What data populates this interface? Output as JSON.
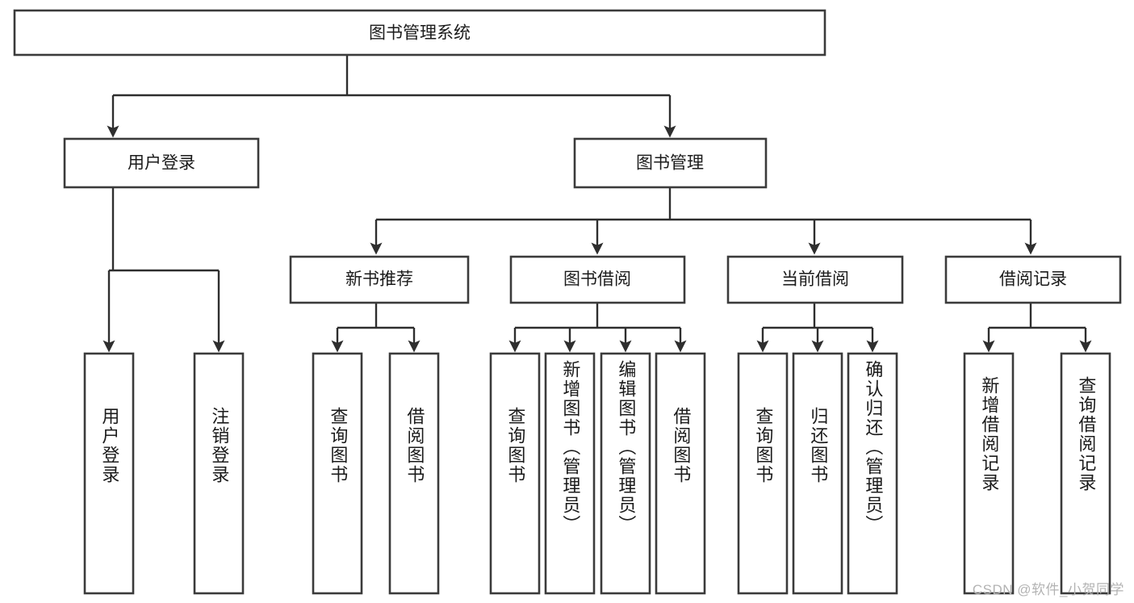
{
  "diagram": {
    "type": "hierarchy-tree",
    "title": "图书管理系统",
    "watermark": "CSDN @软件_小贺同学",
    "colors": {
      "box_stroke": "#3b3b3b",
      "box_fill": "#ffffff",
      "connector": "#2e2e2e",
      "text": "#1b1b1b",
      "watermark": "#b3b3b3",
      "background": "#ffffff"
    },
    "levels": {
      "root": "图书管理系统",
      "level2": [
        "用户登录",
        "图书管理"
      ],
      "level3": [
        "新书推荐",
        "图书借阅",
        "当前借阅",
        "借阅记录"
      ]
    },
    "nodes": {
      "root": {
        "label": "图书管理系统",
        "orientation": "horizontal"
      },
      "user_login": {
        "label": "用户登录",
        "orientation": "horizontal"
      },
      "book_manage": {
        "label": "图书管理",
        "orientation": "horizontal"
      },
      "new_book_rec": {
        "label": "新书推荐",
        "orientation": "horizontal"
      },
      "book_borrow": {
        "label": "图书借阅",
        "orientation": "horizontal"
      },
      "current_borrow": {
        "label": "当前借阅",
        "orientation": "horizontal"
      },
      "borrow_record": {
        "label": "借阅记录",
        "orientation": "horizontal"
      },
      "leaf_user_login": {
        "label": "用户登录",
        "orientation": "vertical"
      },
      "leaf_logout": {
        "label": "注销登录",
        "orientation": "vertical"
      },
      "leaf_query_book_rec": {
        "label": "查询图书",
        "orientation": "vertical"
      },
      "leaf_borrow_book_rec": {
        "label": "借阅图书",
        "orientation": "vertical"
      },
      "leaf_query_book_borrow": {
        "label": "查询图书",
        "orientation": "vertical"
      },
      "leaf_add_book": {
        "label": "新增图书（管理员）",
        "orientation": "vertical"
      },
      "leaf_edit_book": {
        "label": "编辑图书（管理员）",
        "orientation": "vertical"
      },
      "leaf_borrow_book": {
        "label": "借阅图书",
        "orientation": "vertical"
      },
      "leaf_query_book_cur": {
        "label": "查询图书",
        "orientation": "vertical"
      },
      "leaf_return_book": {
        "label": "归还图书",
        "orientation": "vertical"
      },
      "leaf_confirm_return": {
        "label": "确认归还（管理员）",
        "orientation": "vertical"
      },
      "leaf_add_record": {
        "label": "新增借阅记录",
        "orientation": "vertical"
      },
      "leaf_query_record": {
        "label": "查询借阅记录",
        "orientation": "vertical"
      }
    },
    "edges": [
      {
        "from": "root",
        "to": "user_login"
      },
      {
        "from": "root",
        "to": "book_manage"
      },
      {
        "from": "user_login",
        "to": "leaf_user_login"
      },
      {
        "from": "user_login",
        "to": "leaf_logout"
      },
      {
        "from": "book_manage",
        "to": "new_book_rec"
      },
      {
        "from": "book_manage",
        "to": "book_borrow"
      },
      {
        "from": "book_manage",
        "to": "current_borrow"
      },
      {
        "from": "book_manage",
        "to": "borrow_record"
      },
      {
        "from": "new_book_rec",
        "to": "leaf_query_book_rec"
      },
      {
        "from": "new_book_rec",
        "to": "leaf_borrow_book_rec"
      },
      {
        "from": "book_borrow",
        "to": "leaf_query_book_borrow"
      },
      {
        "from": "book_borrow",
        "to": "leaf_add_book"
      },
      {
        "from": "book_borrow",
        "to": "leaf_edit_book"
      },
      {
        "from": "book_borrow",
        "to": "leaf_borrow_book"
      },
      {
        "from": "current_borrow",
        "to": "leaf_query_book_cur"
      },
      {
        "from": "current_borrow",
        "to": "leaf_return_book"
      },
      {
        "from": "current_borrow",
        "to": "leaf_confirm_return"
      },
      {
        "from": "borrow_record",
        "to": "leaf_add_record"
      },
      {
        "from": "borrow_record",
        "to": "leaf_query_record"
      }
    ]
  }
}
